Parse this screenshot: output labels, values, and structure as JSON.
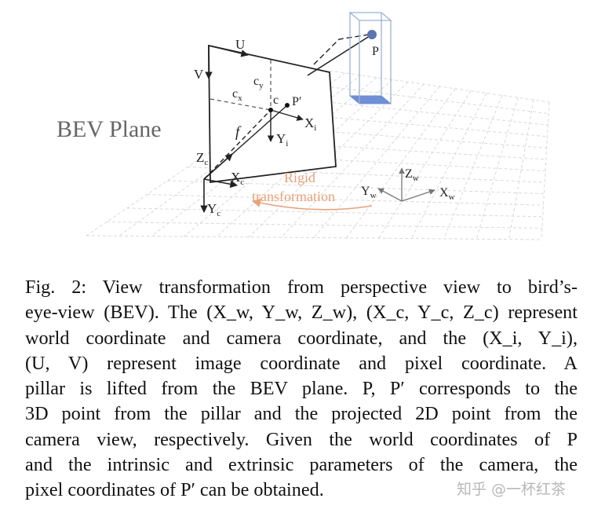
{
  "figure": {
    "labels": {
      "U": "U",
      "V": "V",
      "cy": "c",
      "cy_sub": "y",
      "cx": "c",
      "cx_sub": "x",
      "c": "c",
      "p_prime": "P′",
      "xi": "X",
      "xi_sub": "i",
      "yi": "Y",
      "yi_sub": "i",
      "f": "f",
      "zc": "Z",
      "zc_sub": "c",
      "xc": "X",
      "xc_sub": "c",
      "yc": "Y",
      "yc_sub": "c",
      "p": "P",
      "bev_plane": "BEV Plane",
      "rigid_line1": "Rigid",
      "rigid_line2": "transformation",
      "zw": "Z",
      "zw_sub": "w",
      "yw": "Y",
      "yw_sub": "w",
      "xw": "X",
      "xw_sub": "w"
    },
    "colors": {
      "pillar_outline": "#9bb3d6",
      "pillar_base": "#6f8fd6",
      "point_p": "#5a75b0",
      "rigid_arrow": "#e8a27a",
      "grid": "#d9d9d9"
    }
  },
  "caption": {
    "lines": [
      "Fig. 2: View transformation from perspective view to bird’s-",
      "eye-view (BEV). The (X_w, Y_w, Z_w), (X_c, Y_c, Z_c) represent",
      "world coordinate and camera coordinate, and the (X_i, Y_i),",
      "(U, V) represent image coordinate and pixel coordinate. A",
      "pillar is lifted from the BEV plane. P, P′ corresponds to the",
      "3D point from the pillar and the projected 2D point from the",
      "camera view, respectively. Given the world coordinates of P",
      "and the intrinsic and extrinsic parameters of the camera, the",
      "pixel coordinates of P′ can be obtained."
    ]
  },
  "watermark": "知乎 @一杯红茶"
}
